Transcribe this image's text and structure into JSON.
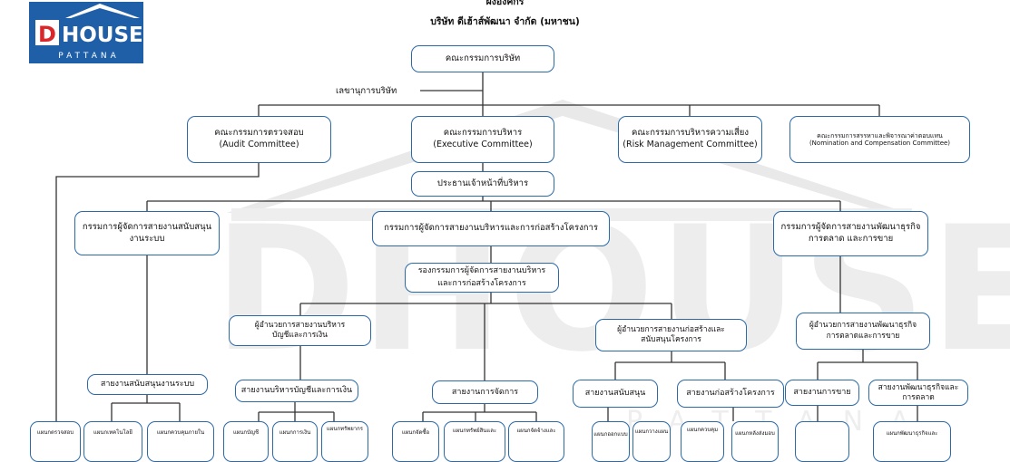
{
  "title": {
    "line1": "ผังองค์กร",
    "line2": "บริษัท ดีเฮ้าส์พัฒนา จำกัด (มหาชน)"
  },
  "logo": {
    "mark": "D",
    "word": "HOUSE",
    "sub": "PATTANA"
  },
  "watermark": {
    "word": "DHOUSE",
    "sub": "PATTANA"
  },
  "colors": {
    "box_border": "#2c6aa6",
    "logo_blue": "#1f5fa8",
    "logo_red": "#d8282c"
  },
  "board": {
    "l1": "คณะกรรมการบริษัท"
  },
  "secretary": "เลขานุการบริษัท",
  "committees": {
    "audit": {
      "l1": "คณะกรรมการตรวจสอบ",
      "l2": "(Audit Committee)"
    },
    "executive": {
      "l1": "คณะกรรมการบริหาร",
      "l2": "(Executive Committee)"
    },
    "risk": {
      "l1": "คณะกรรมการบริหารความเสี่ยง",
      "l2": "(Risk Management Committee)"
    },
    "nomination": {
      "l1": "คณะกรรมการสรรหาและพิจารณาค่าตอบแทน",
      "l2": "(Nomination and Compensation Committee)"
    }
  },
  "ceo": {
    "l1": "ประธานเจ้าหน้าที่บริหาร"
  },
  "md": {
    "support": {
      "l1": "กรรมการผู้จัดการสายงานสนับสนุน",
      "l2": "งานระบบ"
    },
    "admin": {
      "l1": "กรรมการผู้จัดการสายงานบริหารและการก่อสร้างโครงการ"
    },
    "business": {
      "l1": "กรรมการผู้จัดการสายงานพัฒนาธุรกิจ",
      "l2": "การตลาด และการขาย"
    }
  },
  "deputy": {
    "l1": "รองกรรมการผู้จัดการสายงานบริหาร",
    "l2": "และการก่อสร้างโครงการ"
  },
  "directors": {
    "finance": {
      "l1": "ผู้อำนวยการสายงานบริหาร",
      "l2": "บัญชีและการเงิน"
    },
    "construction": {
      "l1": "ผู้อำนวยการสายงานก่อสร้างและ",
      "l2": "สนับสนุนโครงการ"
    },
    "business": {
      "l1": "ผู้อำนวยการสายงานพัฒนาธุรกิจ",
      "l2": "การตลาดและการขาย"
    }
  },
  "lines": {
    "system_support": "สายงานสนับสนุนงานระบบ",
    "accounting": "สายงานบริหารบัญชีและการเงิน",
    "procurement": "สายงานการจัดการ",
    "project_support": "สายงานสนับสนุน",
    "project_construction": "สายงานก่อสร้างโครงการ",
    "sales": "สายงานการขาย",
    "business_dev": {
      "l1": "สายงานพัฒนาธุรกิจและ",
      "l2": "การตลาด"
    }
  },
  "departments": [
    "แผนกตรวจสอบ",
    "แผนกเทคโนโลยี",
    "แผนกควบคุมภายใน",
    "แผนกบัญชี",
    "แผนกการเงิน",
    "แผนกทรัพยากร",
    "แผนกจัดซื้อ",
    "แผนกทรัพย์สินและ",
    "แผนกจัดจ้างและ",
    "แผนกออกแบบ",
    "แผนกวางแผน",
    "แผนกควบคุม",
    "แผนกหลังส่งมอบ",
    "",
    "แผนกพัฒนาธุรกิจและ"
  ]
}
